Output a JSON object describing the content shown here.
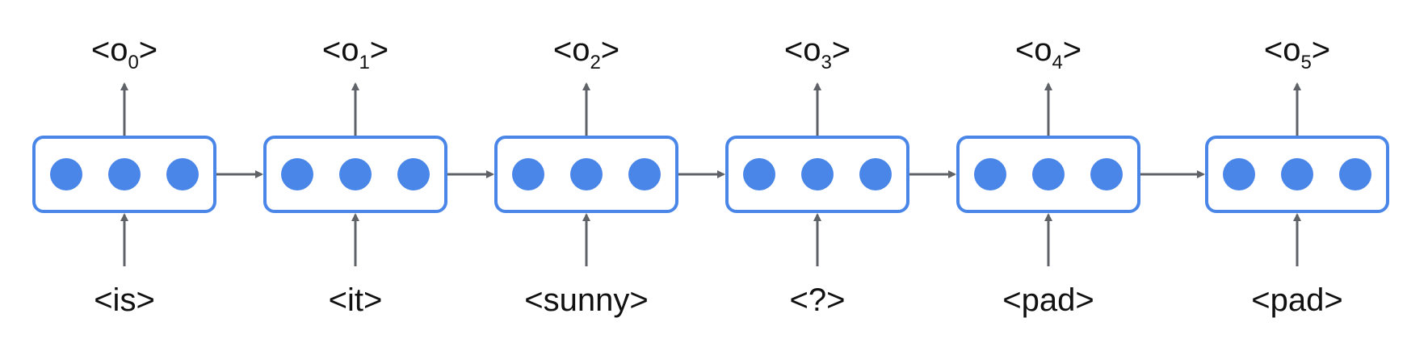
{
  "colors": {
    "cell_border": "#4a86e8",
    "unit_fill": "#4a86e8",
    "arrow": "#5f6368",
    "text": "#111111"
  },
  "cells": [
    {
      "output": {
        "base": "o",
        "sub": "0"
      },
      "input": "<is>",
      "units": 3
    },
    {
      "output": {
        "base": "o",
        "sub": "1"
      },
      "input": "<it>",
      "units": 3
    },
    {
      "output": {
        "base": "o",
        "sub": "2"
      },
      "input": "<sunny>",
      "units": 3
    },
    {
      "output": {
        "base": "o",
        "sub": "3"
      },
      "input": "<?>",
      "units": 3
    },
    {
      "output": {
        "base": "o",
        "sub": "4"
      },
      "input": "<pad>",
      "units": 3
    },
    {
      "output": {
        "base": "o",
        "sub": "5"
      },
      "input": "<pad>",
      "units": 3
    }
  ]
}
